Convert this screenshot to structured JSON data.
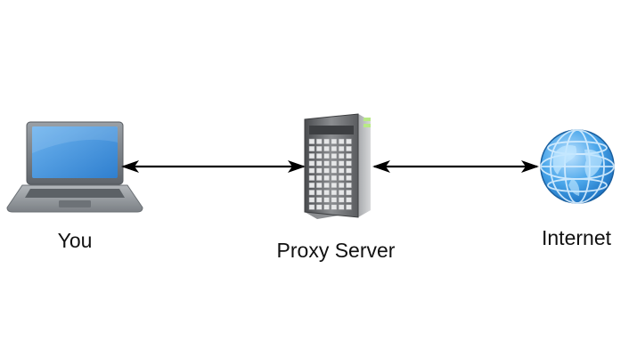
{
  "nodes": {
    "client": {
      "label": "You",
      "icon": "laptop-icon"
    },
    "proxy": {
      "label": "Proxy Server",
      "icon": "server-tower-icon"
    },
    "internet": {
      "label": "Internet",
      "icon": "globe-icon"
    }
  },
  "edges": [
    {
      "from": "client",
      "to": "proxy",
      "direction": "bidirectional"
    },
    {
      "from": "proxy",
      "to": "internet",
      "direction": "bidirectional"
    }
  ],
  "colors": {
    "arrow": "#000000",
    "laptop_screen": "#3b8fd8",
    "laptop_body": "#8a8f96",
    "server_body": "#6e7073",
    "server_led": "#b8e986",
    "globe": "#2c8fd6"
  }
}
